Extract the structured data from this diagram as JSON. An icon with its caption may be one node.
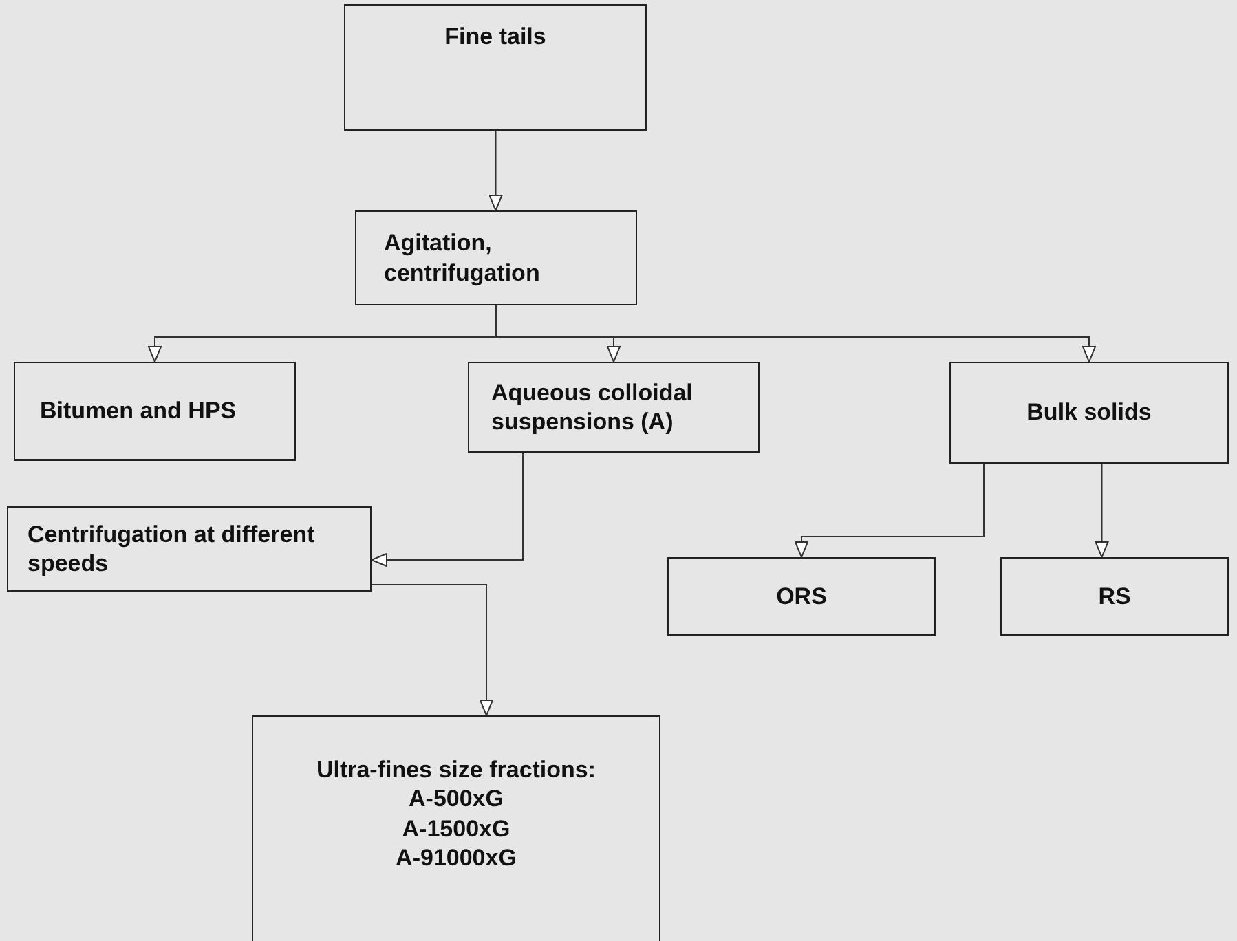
{
  "diagram": {
    "nodes": [
      {
        "text": [
          "Fine tails"
        ]
      },
      {
        "text": [
          "Agitation, centrifugation"
        ]
      },
      {
        "text": [
          "Bitumen and HPS"
        ]
      },
      {
        "text": [
          "Aqueous colloidal suspensions (A)"
        ]
      },
      {
        "text": [
          "Bulk solids"
        ]
      },
      {
        "text": [
          "Centrifugation at different speeds"
        ]
      },
      {
        "text": [
          "ORS"
        ]
      },
      {
        "text": [
          "RS"
        ]
      },
      {
        "text": [
          "Ultra-fines size fractions:",
          "A-500xG",
          "A-1500xG",
          "A-91000xG"
        ]
      }
    ],
    "edges": [
      {
        "from": 0,
        "to": 1,
        "arrow": "to"
      },
      {
        "from": 1,
        "to": 2,
        "arrow": "to"
      },
      {
        "from": 1,
        "to": 3,
        "arrow": "to"
      },
      {
        "from": 1,
        "to": 4,
        "arrow": "to"
      },
      {
        "from": 3,
        "to": 5,
        "arrow": "to"
      },
      {
        "from": 4,
        "to": 6,
        "arrow": "to"
      },
      {
        "from": 4,
        "to": 7,
        "arrow": "to"
      },
      {
        "from": 5,
        "to": 8,
        "arrow": "to"
      }
    ]
  }
}
